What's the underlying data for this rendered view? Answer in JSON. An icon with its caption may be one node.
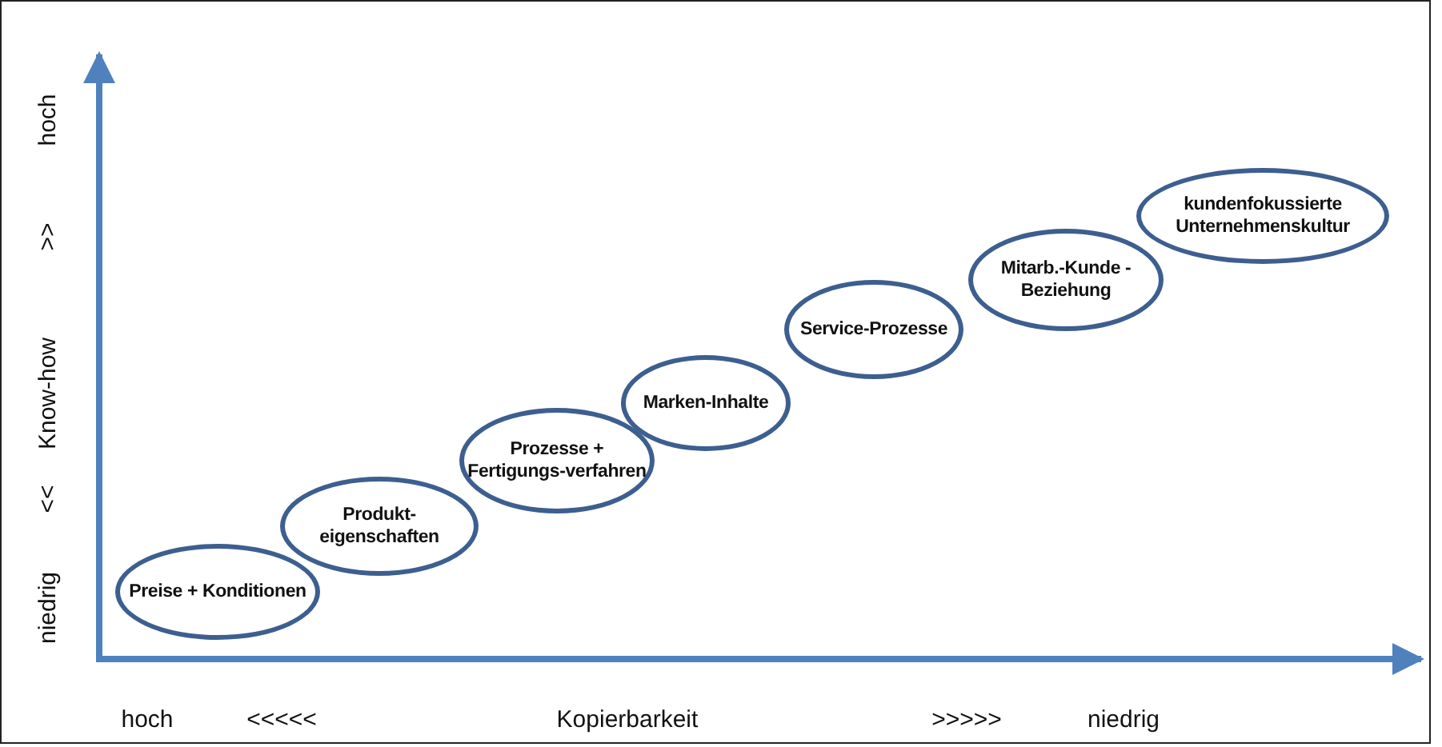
{
  "diagram": {
    "nodes": [
      {
        "text": [
          "Preise + Konditionen"
        ]
      },
      {
        "text": [
          "Produkt-eigenschaften"
        ]
      },
      {
        "text": [
          "Prozesse + Fertigungs-verfahren"
        ]
      },
      {
        "text": [
          "Marken-Inhalte"
        ]
      },
      {
        "text": [
          "Service-Prozesse"
        ]
      },
      {
        "text": [
          "Mitarb.-Kunde -Beziehung"
        ]
      },
      {
        "text": [
          "kundenfokussierte Unternehmenskultur"
        ]
      }
    ],
    "labels": [
      "hoch",
      ">>",
      "Know-how",
      "<<",
      "niedrig",
      "hoch",
      "<<<<<",
      "Kopierbarkeit",
      ">>>>>",
      "niedrig"
    ]
  }
}
